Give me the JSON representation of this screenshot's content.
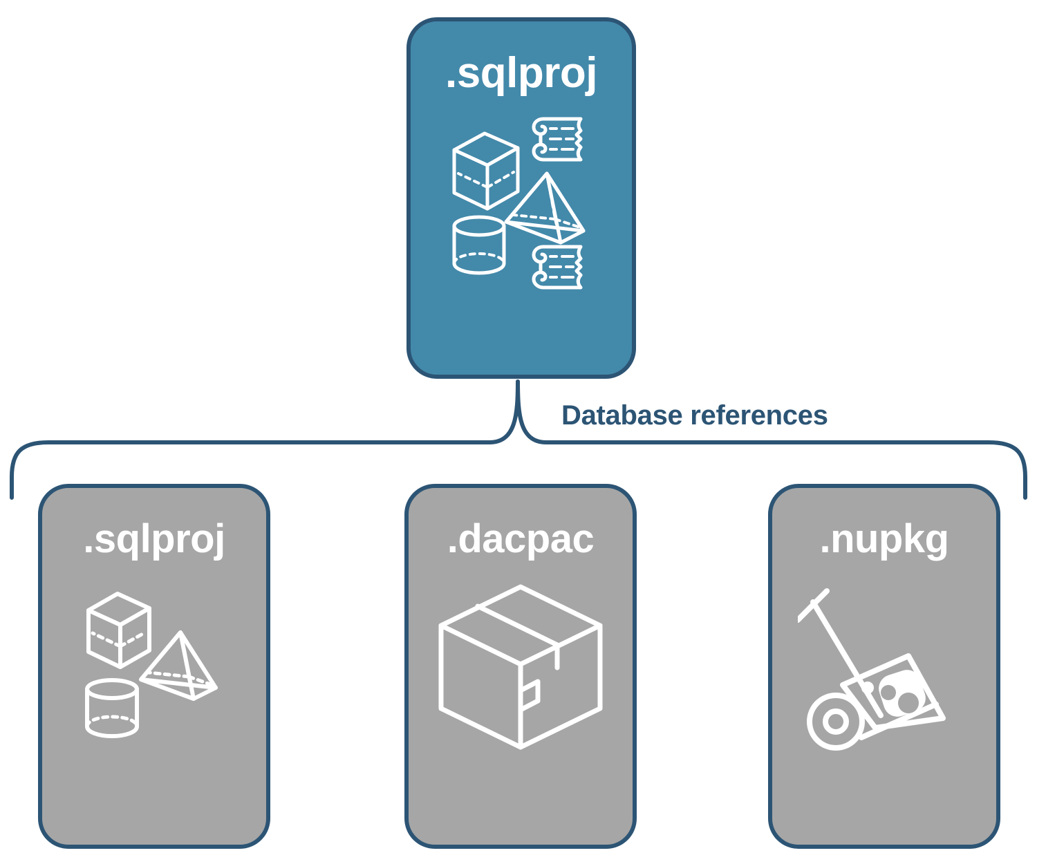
{
  "diagram": {
    "title": "Database references diagram",
    "colors": {
      "primary_blue": "#4389AA",
      "outline_navy": "#2C5474",
      "reference_gray": "#A6A6A6",
      "icon_white": "#FFFFFF",
      "background": "#FFFFFF"
    },
    "root": {
      "label": ".sqlproj",
      "icons": [
        "cube-icon",
        "pyramid-icon",
        "cylinder-icon",
        "scroll-icon",
        "scroll-icon"
      ]
    },
    "connector": {
      "label": "Database references",
      "shape": "curly-brace",
      "branches": 3
    },
    "references": [
      {
        "label": ".sqlproj",
        "icons": [
          "cube-icon",
          "pyramid-icon",
          "cylinder-icon"
        ]
      },
      {
        "label": ".dacpac",
        "icons": [
          "shipping-box-icon"
        ]
      },
      {
        "label": ".nupkg",
        "icons": [
          "hand-truck-icon",
          "nuget-package-icon"
        ]
      }
    ]
  }
}
